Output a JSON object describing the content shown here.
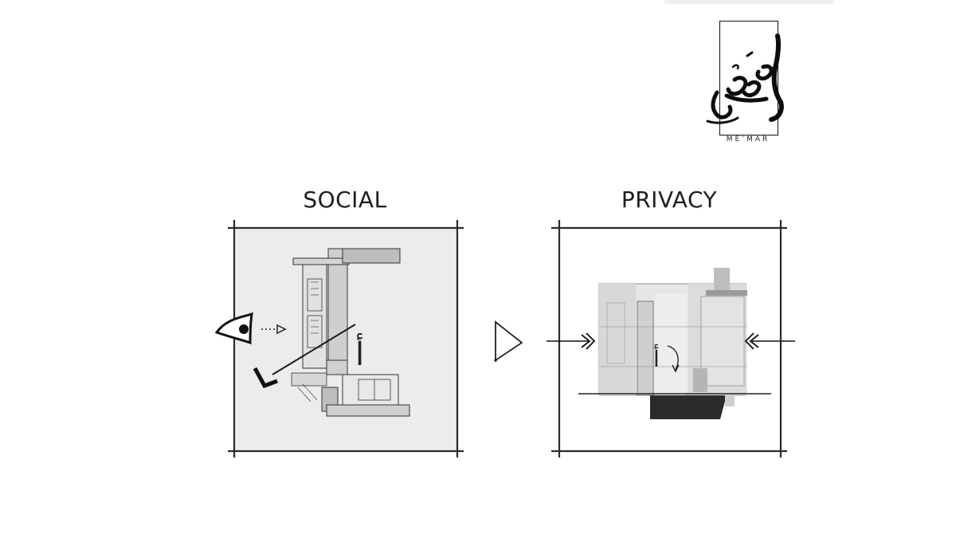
{
  "logo": {
    "caption": "ME’MAR",
    "arabic": "معمار"
  },
  "panels": [
    {
      "title": "SOCIAL"
    },
    {
      "title": "PRIVACY"
    }
  ],
  "icons": {
    "viewer": "eye-icon",
    "direction": "triangle-arrow-icon",
    "inward": "inward-arrow-icon"
  }
}
